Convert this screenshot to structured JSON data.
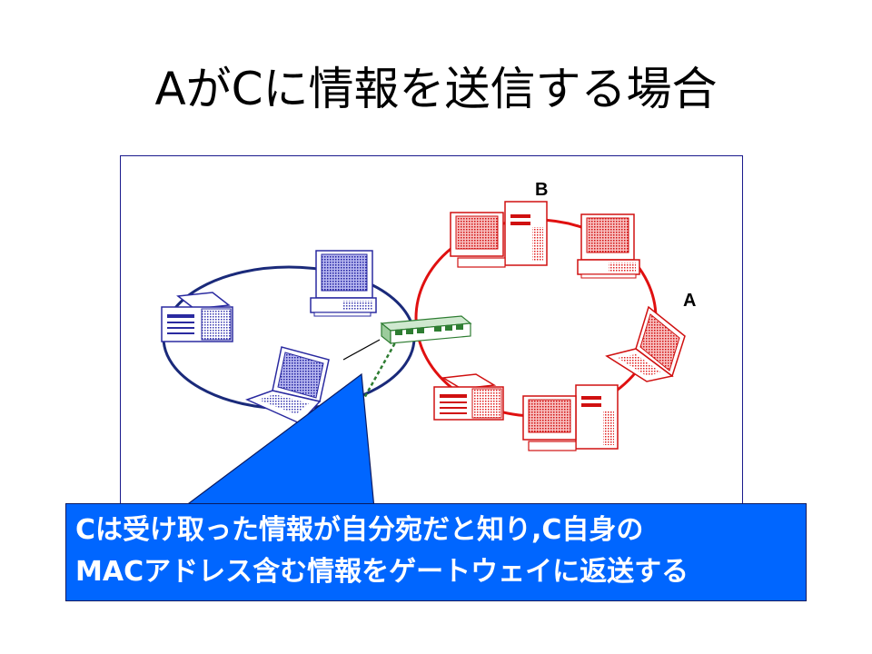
{
  "title": "AがCに情報を送信する場合",
  "labels": {
    "b": "B",
    "a": "A"
  },
  "callout": {
    "line1": "Cは受け取った情報が自分宛だと知り,C自身の",
    "line2": "MACアドレス含む情報をゲートウェイに返送する"
  },
  "colors": {
    "blue_network": "#1a2a7a",
    "red_network": "#e01010",
    "callout_bg": "#0066ff",
    "hub": "#2e7d32"
  }
}
